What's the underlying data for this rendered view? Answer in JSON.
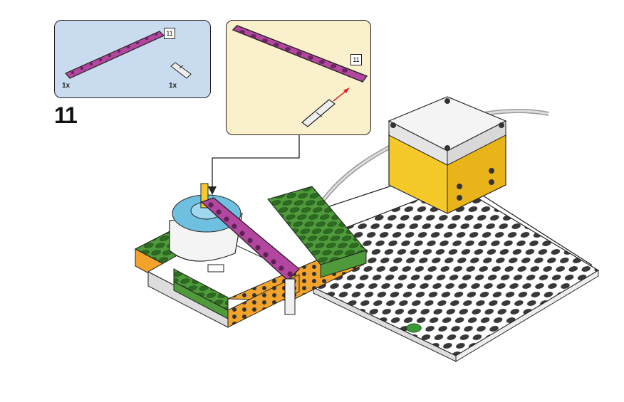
{
  "step": {
    "number": "11"
  },
  "parts_panel": {
    "items": [
      {
        "name": "purple-beam-11",
        "quantity": "1x",
        "length_badge": "11"
      },
      {
        "name": "axle-peg",
        "quantity": "1x"
      }
    ]
  },
  "zoom_panel": {
    "length_badge": "11"
  },
  "colors": {
    "parts_panel_bg": "#c9dcef",
    "zoom_panel_bg": "#fbf0cc",
    "beam": "#b3479f",
    "brick_green": "#4f9a3a",
    "brick_orange": "#f2a32b",
    "hub_yellow": "#f6c92a",
    "motor_blue": "#6fc0e0"
  }
}
